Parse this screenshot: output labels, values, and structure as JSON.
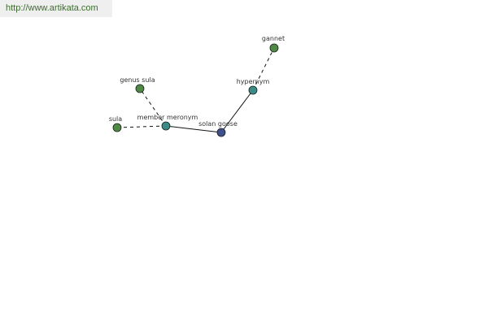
{
  "banner": {
    "url": "http://www.artikata.com"
  },
  "graph": {
    "nodes": {
      "solan_goose": {
        "label": "solan goose",
        "color": "#3d4f8c"
      },
      "hypernym": {
        "label": "hypernym",
        "color": "#3a8a86"
      },
      "member_meronym": {
        "label": "member meronym",
        "color": "#3a8a86"
      },
      "gannet": {
        "label": "gannet",
        "color": "#4f8a45"
      },
      "genus_sula": {
        "label": "genus sula",
        "color": "#4f8a45"
      },
      "sula": {
        "label": "sula",
        "color": "#4f8a45"
      }
    },
    "edges": [
      {
        "from": "solan_goose",
        "to": "hypernym",
        "style": "solid"
      },
      {
        "from": "hypernym",
        "to": "gannet",
        "style": "dashed"
      },
      {
        "from": "solan_goose",
        "to": "member_meronym",
        "style": "solid"
      },
      {
        "from": "member_meronym",
        "to": "genus_sula",
        "style": "dashed"
      },
      {
        "from": "member_meronym",
        "to": "sula",
        "style": "dashed"
      }
    ]
  }
}
